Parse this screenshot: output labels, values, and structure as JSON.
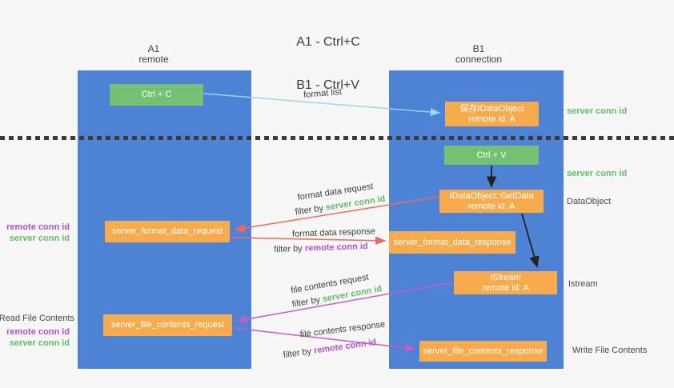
{
  "title": {
    "line1": "A1 - Ctrl+C",
    "line2": "B1 - Ctrl+V"
  },
  "columns": {
    "left": {
      "label_top": "A1",
      "label_bottom": "remote"
    },
    "right": {
      "label_top": "B1",
      "label_bottom": "connection"
    }
  },
  "nodes": {
    "ctrl_c": {
      "label": "Ctrl + C"
    },
    "save_dataobject": {
      "line1": "保存IDataObject",
      "line2": "remote id: A"
    },
    "ctrl_v": {
      "label": "Ctrl + V"
    },
    "getdata": {
      "line1": "IDataObject::GetData",
      "line2": "remote id: A"
    },
    "server_format_data_request": {
      "label": "server_format_data_request"
    },
    "server_format_data_response": {
      "label": "server_format_data_response"
    },
    "istream": {
      "line1": "IStream",
      "line2": "remote id: A"
    },
    "server_file_contents_request": {
      "label": "server_file_contents_request"
    },
    "server_file_contents_response": {
      "label": "server_file_contents_response"
    }
  },
  "flow_labels": {
    "format_list": "format list",
    "format_data_request": "format data request",
    "filter_by_1_prefix": "filter by ",
    "filter_by_1_value": "server conn id",
    "format_data_response": "format data response",
    "filter_by_2_prefix": "filter by ",
    "filter_by_2_value": "remote conn id",
    "file_contents_request": "file contents request",
    "filter_by_3_prefix": "filter by ",
    "filter_by_3_value": "server conn id",
    "file_contents_response": "file contents response",
    "filter_by_4_prefix": "filter by ",
    "filter_by_4_value": "remote conn id"
  },
  "side_labels": {
    "right_server_conn_id_1": "server conn id",
    "right_server_conn_id_2": "server conn id",
    "right_dataobject": "DataObject",
    "right_istream": "Istream",
    "right_write_file_contents": "Write File Contents",
    "left_remote_conn_id_1": "remote conn id",
    "left_server_conn_id_1": "server conn id",
    "left_read_file_contents": "Read File Contents",
    "left_remote_conn_id_2": "remote conn id",
    "left_server_conn_id_2": "server conn id"
  },
  "colors": {
    "column_blue": "#4d82d4",
    "node_green": "#74c173",
    "node_orange": "#f8ab4d",
    "arrow_blue": "#9fd2ef",
    "arrow_black": "#222222",
    "arrow_red": "#ee6961",
    "arrow_magenta": "#c55ec2",
    "text_green": "#65bb66",
    "text_purple": "#b052c8",
    "text_dark": "#3d3d3d"
  }
}
